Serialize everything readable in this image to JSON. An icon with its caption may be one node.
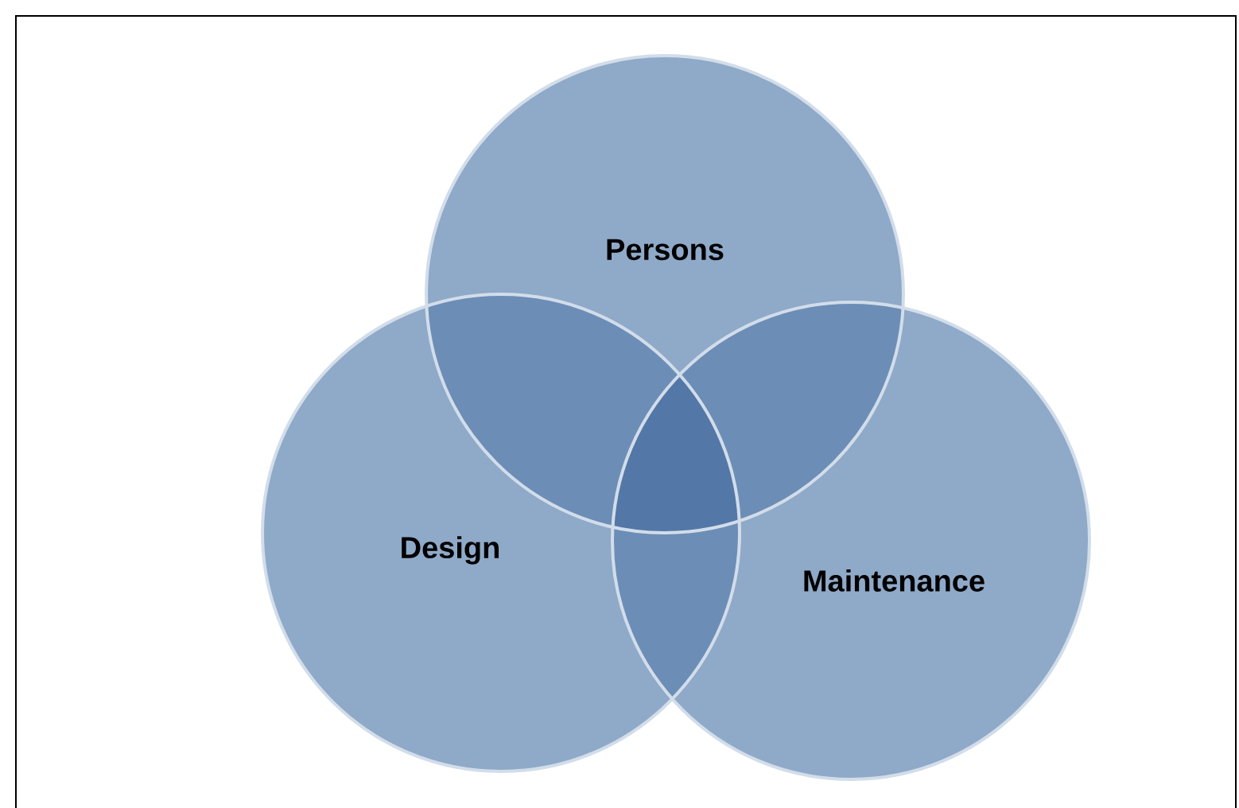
{
  "diagram": {
    "nodes": [
      {
        "text": [
          "Persons"
        ]
      },
      {
        "text": [
          "Design"
        ]
      },
      {
        "text": [
          "Maintenance"
        ]
      }
    ]
  }
}
